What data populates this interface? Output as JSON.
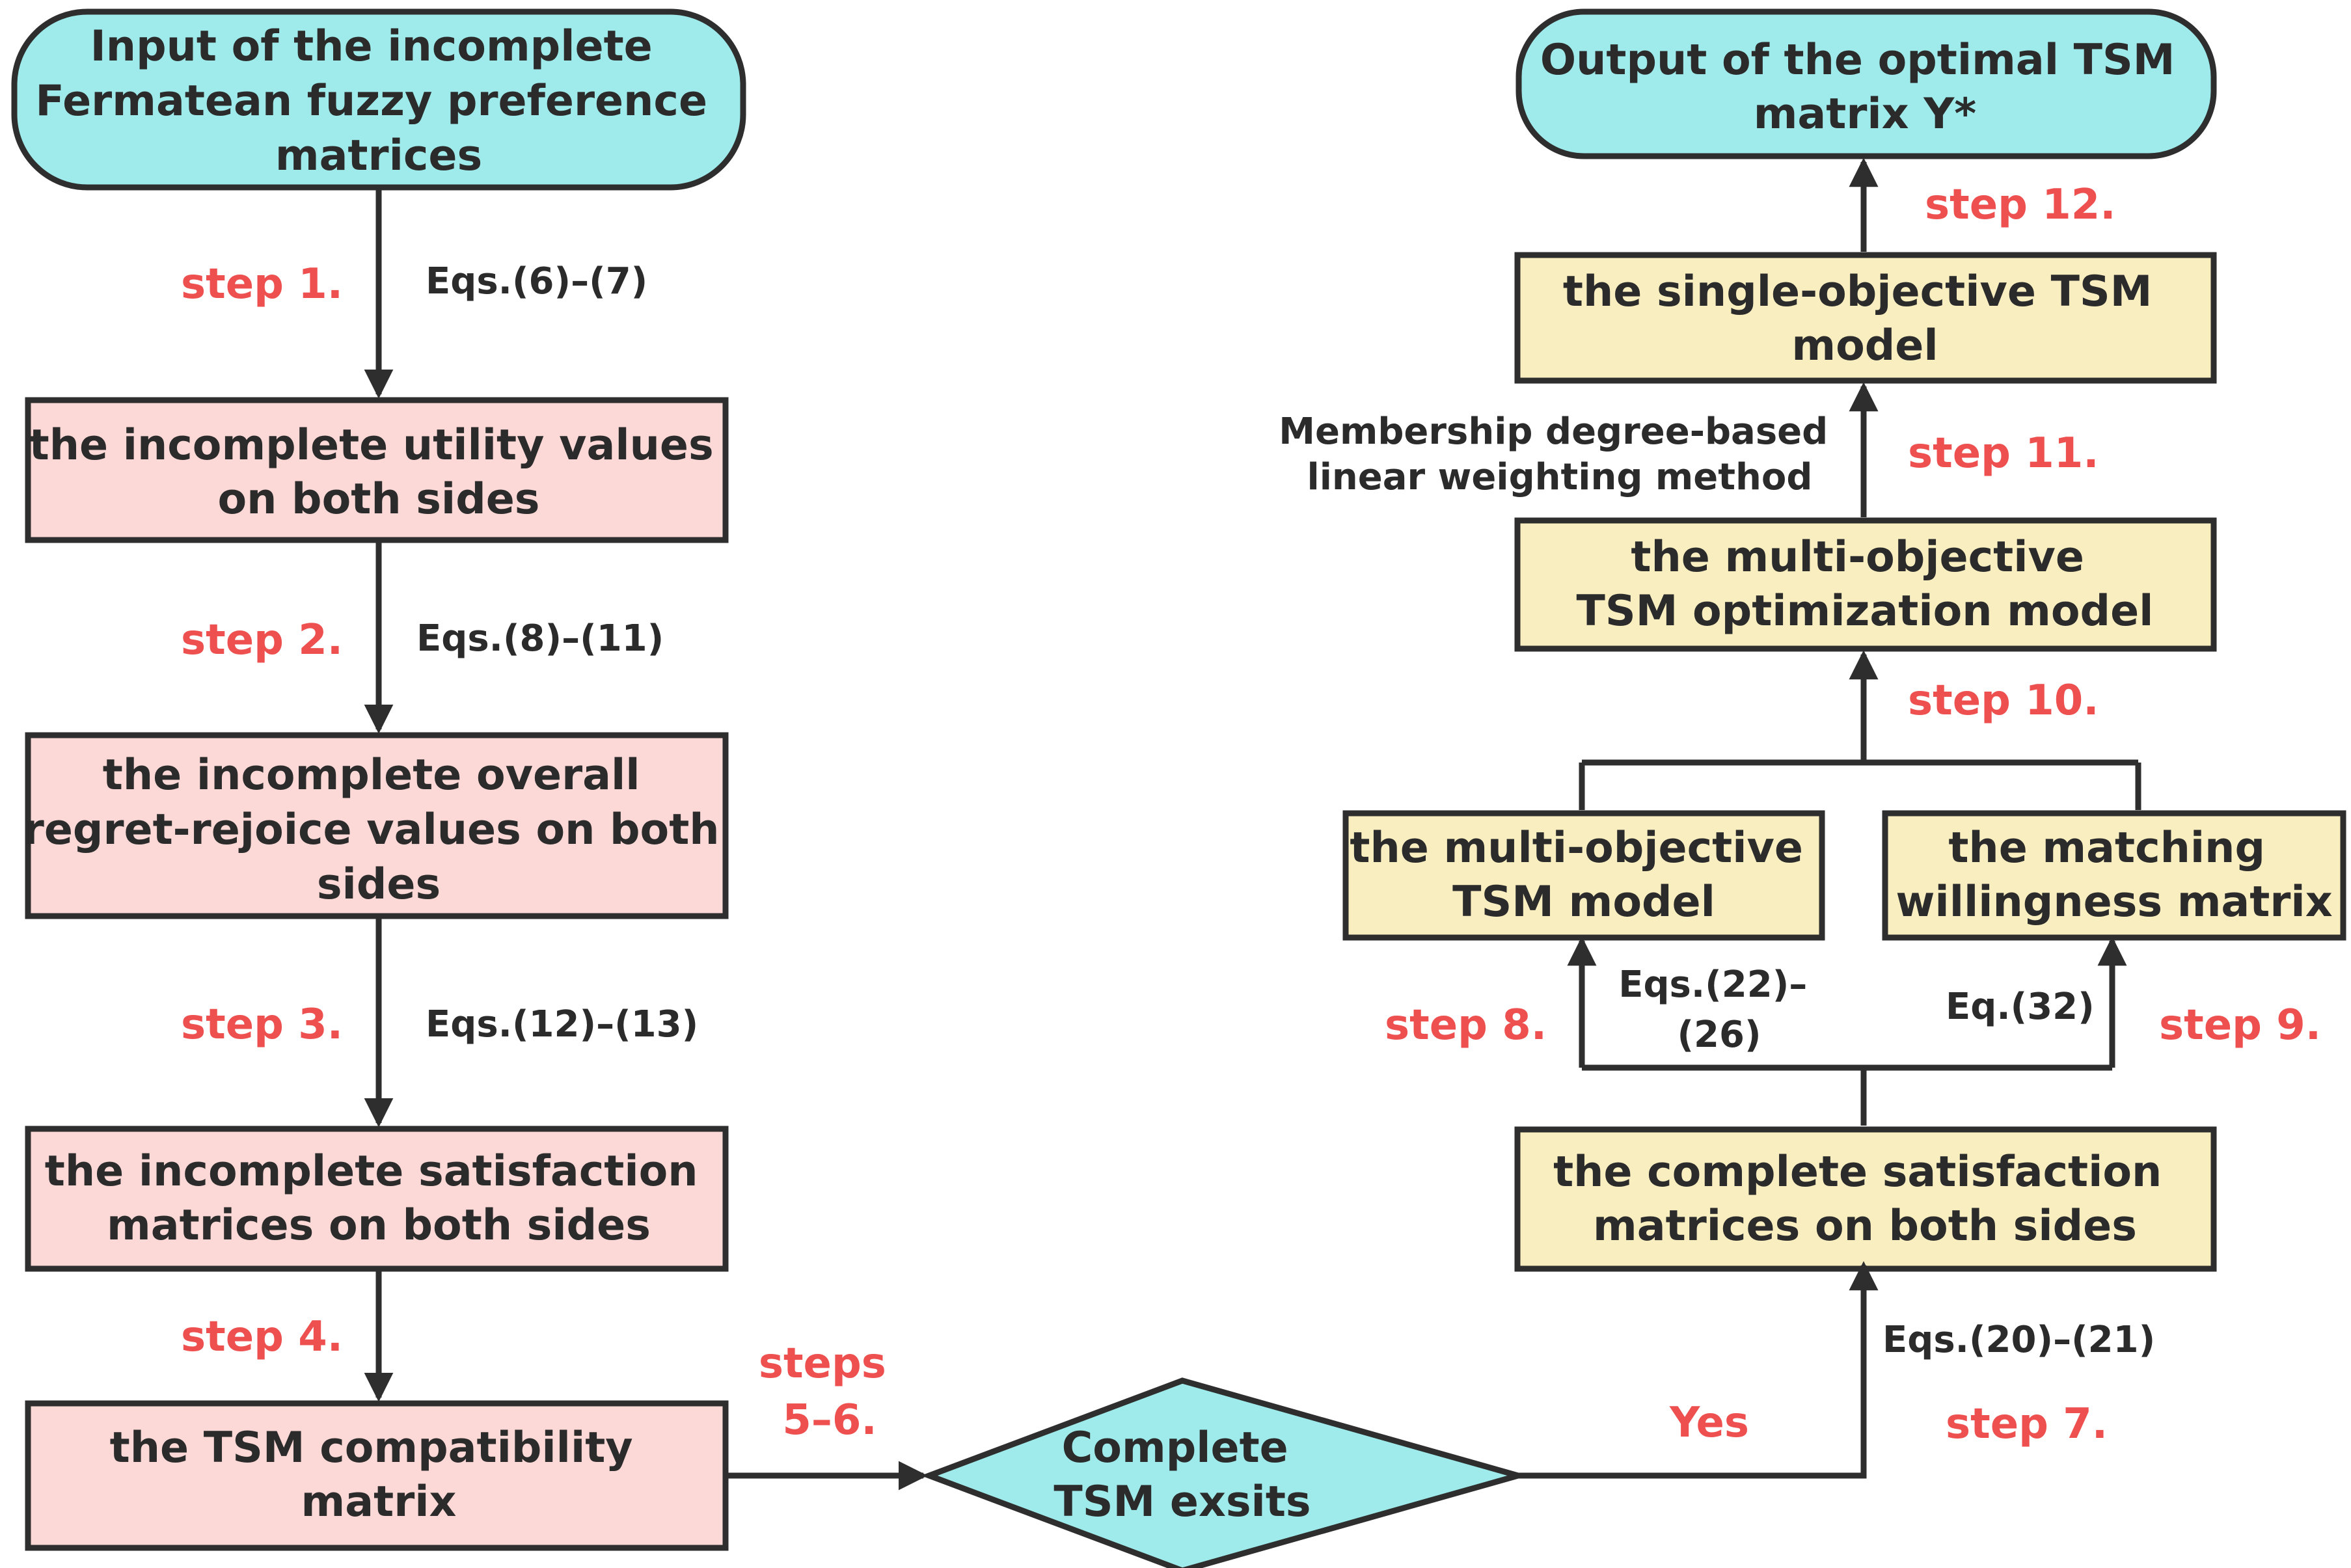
{
  "colors": {
    "terminal_fill": "#9feaea",
    "pink_fill": "#fcd9d7",
    "yellow_fill": "#f9eec0",
    "stroke": "#2e2e2e",
    "step_color": "#ee4f4f",
    "text_color": "#2b2b2b"
  },
  "nodes": {
    "input": [
      "Input of the incomplete",
      "Fermatean fuzzy preference",
      "matrices"
    ],
    "utility": [
      "the incomplete utility values",
      "on both sides"
    ],
    "regret": [
      "the incomplete overall",
      "regret-rejoice values on both",
      "sides"
    ],
    "satisfaction": [
      "the incomplete satisfaction",
      "matrices on both sides"
    ],
    "compatibility": [
      "the TSM compatibility",
      "matrix"
    ],
    "decision": [
      "Complete",
      "TSM exsits"
    ],
    "complete_satisfaction": [
      "the complete satisfaction",
      "matrices on both sides"
    ],
    "multi_model": [
      "the multi-objective",
      "TSM model"
    ],
    "willingness": [
      "the matching",
      "willingness matrix"
    ],
    "multi_opt": [
      "the multi-objective",
      "TSM optimization model"
    ],
    "single": [
      "the single-objective TSM",
      "model"
    ],
    "output": [
      "Output of the optimal TSM",
      "matrix Y*"
    ]
  },
  "steps": {
    "s1": "step 1.",
    "s2": "step 2.",
    "s3": "step 3.",
    "s4": "step 4.",
    "s56": [
      "steps",
      "5–6."
    ],
    "yes": "Yes",
    "s7": "step 7.",
    "s8": "step 8.",
    "s9": "step 9.",
    "s10": "step 10.",
    "s11": "step 11.",
    "s12": "step 12."
  },
  "equations": {
    "e1": "Eqs.(6)–(7)",
    "e2": "Eqs.(8)–(11)",
    "e3": "Eqs.(12)–(13)",
    "e7": "Eqs.(20)–(21)",
    "e8": [
      "Eqs.(22)–",
      "(26)"
    ],
    "e9": "Eq.(32)",
    "e11": [
      "Membership degree-based",
      "linear weighting method"
    ]
  }
}
